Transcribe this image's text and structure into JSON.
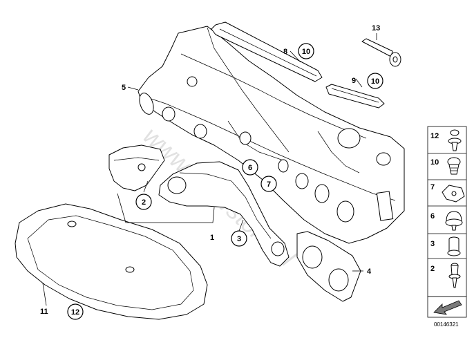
{
  "diagram": {
    "watermark": "www.bmwstore.pl",
    "document_number": "00146321",
    "callouts": [
      {
        "id": "1",
        "circled": false
      },
      {
        "id": "2",
        "circled": true
      },
      {
        "id": "3",
        "circled": true
      },
      {
        "id": "4",
        "circled": false
      },
      {
        "id": "5",
        "circled": false
      },
      {
        "id": "6",
        "circled": true
      },
      {
        "id": "7",
        "circled": true
      },
      {
        "id": "8",
        "circled": false
      },
      {
        "id": "9",
        "circled": false
      },
      {
        "id": "10",
        "circled": true
      },
      {
        "id": "10",
        "circled": true
      },
      {
        "id": "11",
        "circled": false
      },
      {
        "id": "12",
        "circled": true
      },
      {
        "id": "13",
        "circled": false
      }
    ],
    "legend": [
      {
        "label": "12",
        "icon": "push-rivet-icon"
      },
      {
        "label": "10",
        "icon": "expanding-rivet-icon"
      },
      {
        "label": "7",
        "icon": "clip-icon"
      },
      {
        "label": "6",
        "icon": "cap-nut-icon"
      },
      {
        "label": "3",
        "icon": "grommet-icon"
      },
      {
        "label": "2",
        "icon": "plastic-rivet-icon"
      }
    ]
  }
}
